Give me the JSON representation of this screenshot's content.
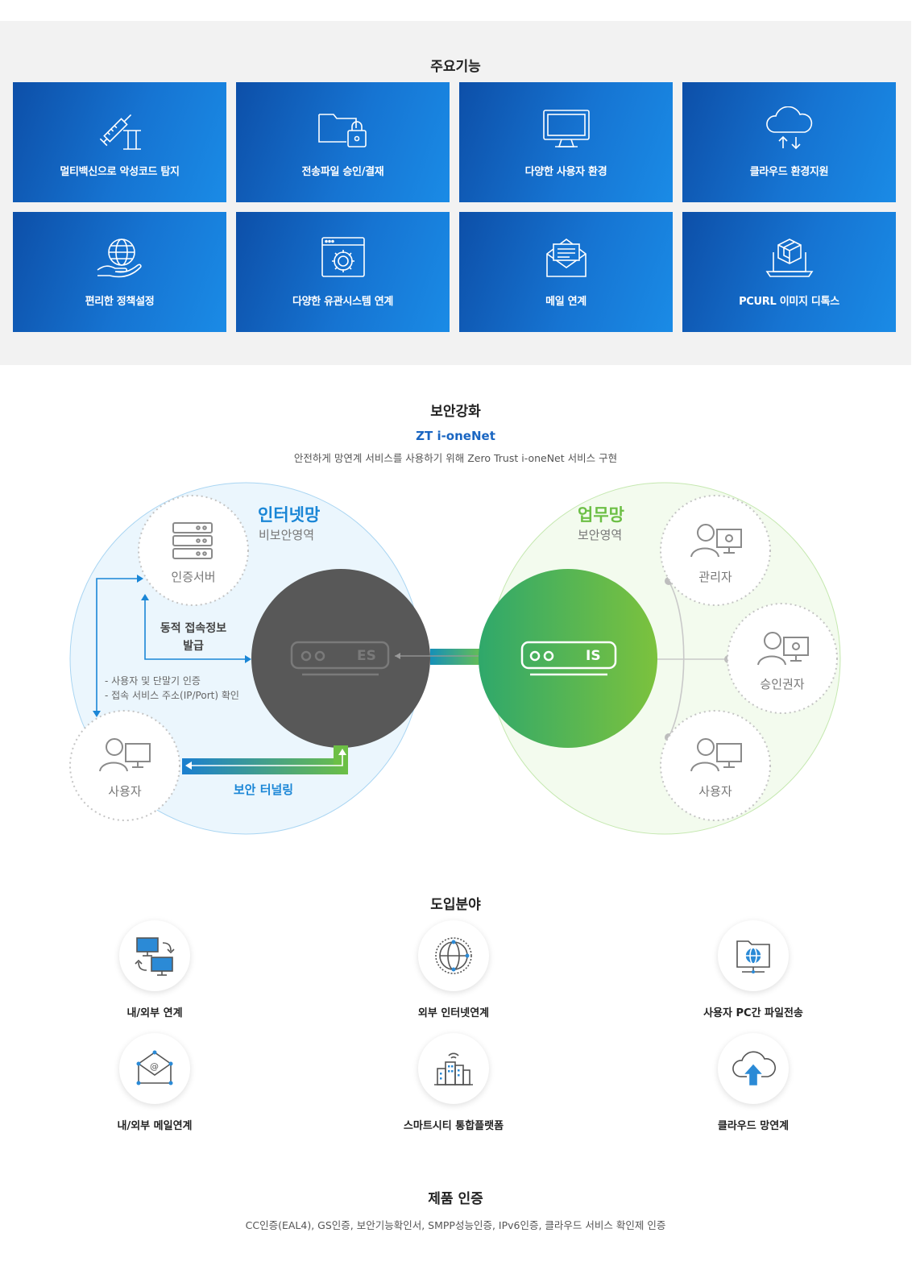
{
  "features": {
    "title": "주요기능",
    "cards": [
      {
        "label": "멀티백신으로 악성코드 탐지",
        "icon": "syringe-icon"
      },
      {
        "label": "전송파일 승인/결재",
        "icon": "locked-folder-icon"
      },
      {
        "label": "다양한 사용자 환경",
        "icon": "monitor-icon"
      },
      {
        "label": "클라우드 환경지원",
        "icon": "cloud-transfer-icon"
      },
      {
        "label": "편리한 정책설정",
        "icon": "globe-hand-icon"
      },
      {
        "label": "다양한 유관시스템 연계",
        "icon": "browser-gear-icon"
      },
      {
        "label": "메일 연계",
        "icon": "mail-icon"
      },
      {
        "label": "PCURL 이미지 디톡스",
        "icon": "cube-laptop-icon"
      }
    ]
  },
  "security": {
    "title": "보안강화",
    "subtitle": "ZT i-oneNet",
    "description": "안전하게 망연계 서비스를 사용하기 위해 Zero Trust i-oneNet 서비스 구현",
    "internet_zone": {
      "title": "인터넷망",
      "subtitle": "비보안영역"
    },
    "work_zone": {
      "title": "업무망",
      "subtitle": "보안영역"
    },
    "auth_server": "인증서버",
    "dynamic_info": [
      "동적 접속정보",
      "발급"
    ],
    "checks": [
      "- 사용자 및 단말기 인증",
      "- 접속 서비스 주소(IP/Port) 확인"
    ],
    "user_left": "사용자",
    "tunnel": "보안 터널링",
    "es_label": "ES",
    "is_label": "IS",
    "manager": "관리자",
    "approver": "승인권자",
    "user_right": "사용자",
    "colors": {
      "blue": "#1a86d6",
      "green": "#6cbf45",
      "dark": "#5a5a5a"
    }
  },
  "applications": {
    "title": "도입분야",
    "items": [
      {
        "label": "내/외부 연계",
        "icon": "network-transfer-icon"
      },
      {
        "label": "외부 인터넷연계",
        "icon": "globe-icon"
      },
      {
        "label": "사용자 PC간 파일전송",
        "icon": "folder-globe-icon"
      },
      {
        "label": "내/외부 메일연계",
        "icon": "email-network-icon"
      },
      {
        "label": "스마트시티 통합플랫폼",
        "icon": "smart-city-icon"
      },
      {
        "label": "클라우드 망연계",
        "icon": "cloud-upload-icon"
      }
    ]
  },
  "certification": {
    "title": "제품 인증",
    "text": "CC인증(EAL4), GS인증, 보안기능확인서, SMPP성능인증, IPv6인증, 클라우드 서비스 확인제 인증"
  }
}
